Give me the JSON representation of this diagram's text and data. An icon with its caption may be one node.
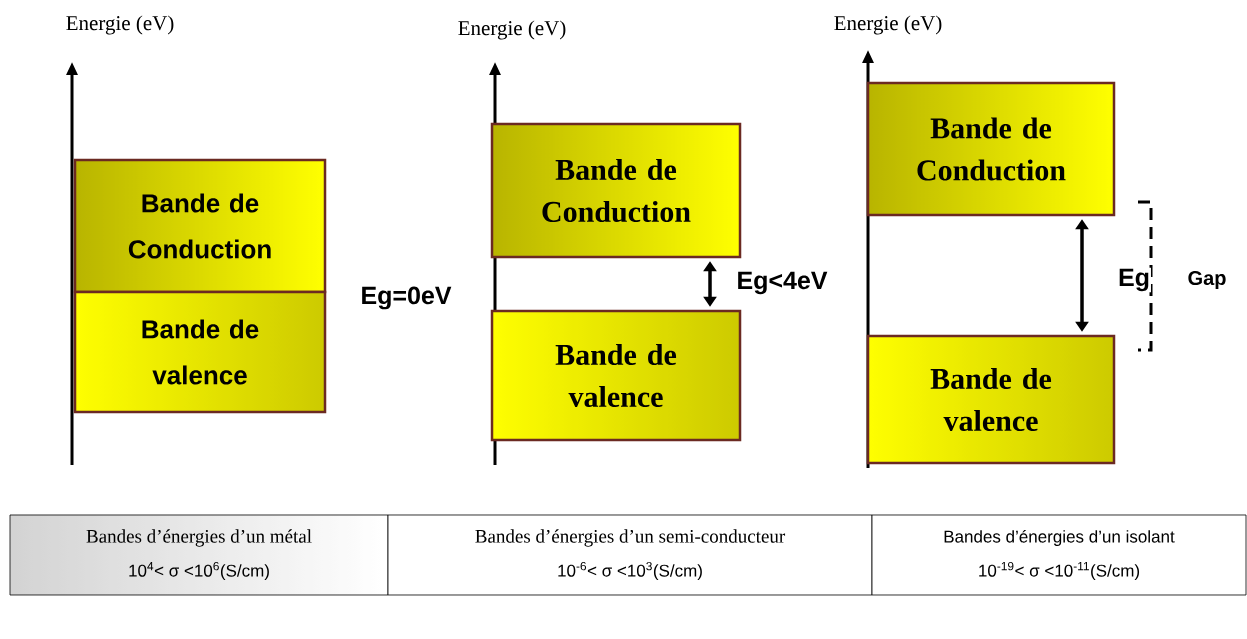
{
  "diagram": {
    "nodes": [
      {
        "text": [
          "Bande de Conduction"
        ]
      },
      {
        "text": [
          "Bande de valence"
        ]
      },
      {
        "text": [
          "Bande de Conduction"
        ]
      },
      {
        "text": [
          "Bande de valence"
        ]
      },
      {
        "text": [
          "Bande de Conduction"
        ]
      },
      {
        "text": [
          "Bande de valence"
        ]
      }
    ],
    "edges": [
      {
        "from": 2,
        "to": 3,
        "arrow": "both",
        "label": "Eg<4eV"
      },
      {
        "from": 4,
        "to": 5,
        "arrow": "both",
        "label": "Eg"
      }
    ],
    "labels": [
      "Energie (eV)",
      "Energie (eV)",
      "Energie (eV)",
      "Eg=0eV",
      "Gap",
      "Bandes d’énergies d’un métal",
      "10$^{4}$< σ <10$^{6}$(S/cm)",
      "Bandes d’énergies d’un semi-conducteur",
      "10$^{-6}$< σ <10$^{3}$(S/cm)",
      "Bandes d’énergies d’un isolant",
      "10$^{-19}$< σ <10$^{-11}$(S/cm)"
    ]
  }
}
